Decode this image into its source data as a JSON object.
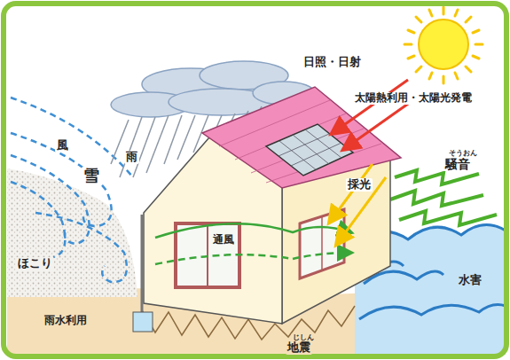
{
  "diagram": {
    "labels": [
      "日照・日射",
      "太陽熱利用・太陽光発電",
      "そうおん",
      "騒音",
      "採光",
      "風",
      "雨",
      "雪",
      "ほこり",
      "通風",
      "水害",
      "雨水利用",
      "じしん",
      "地震"
    ]
  }
}
